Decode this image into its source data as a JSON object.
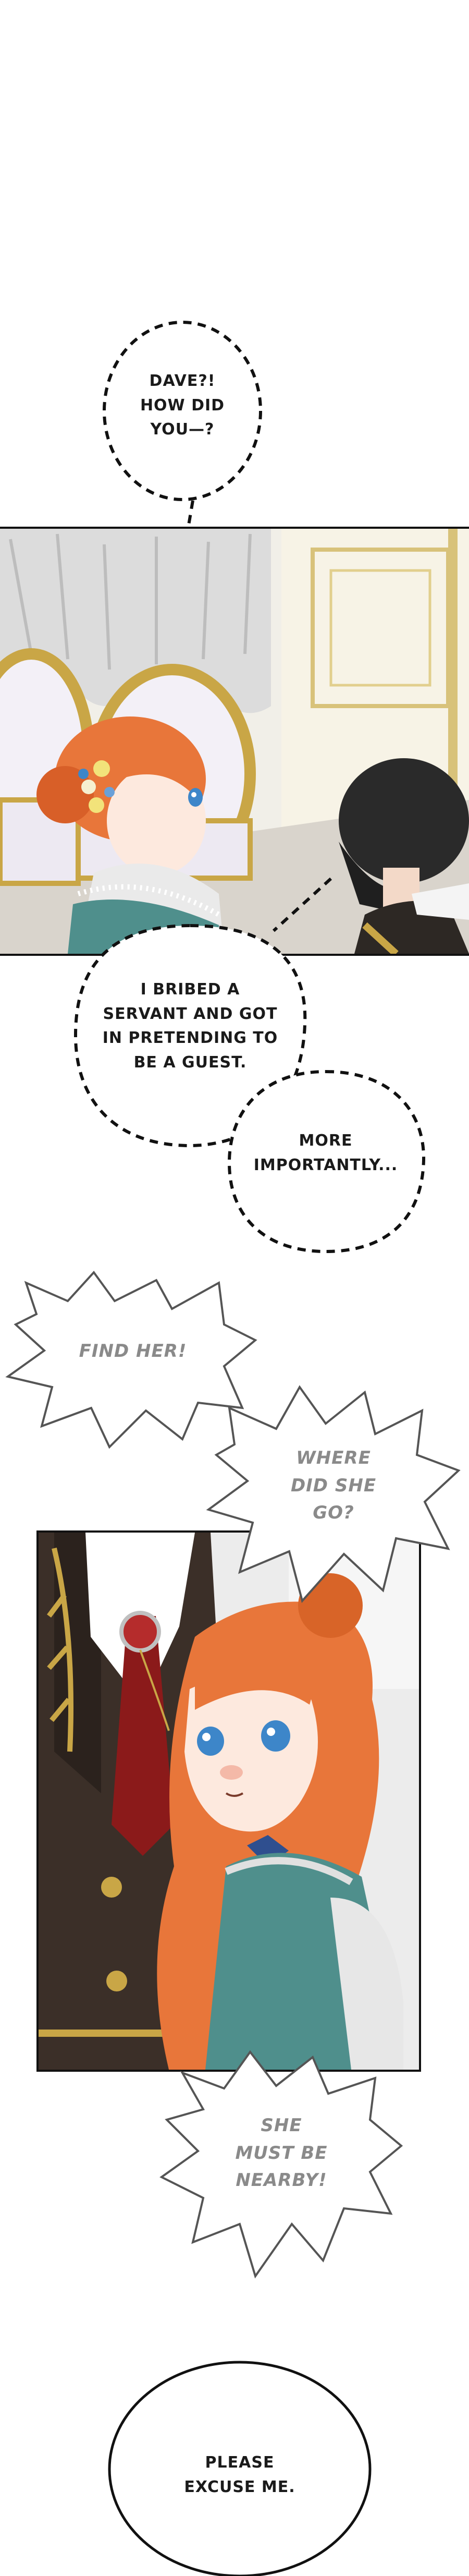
{
  "bubbles": {
    "b1": [
      "DAVE?!",
      "HOW DID",
      "YOU—?"
    ],
    "b2": [
      "I BRIBED A",
      "SERVANT AND GOT",
      "IN PRETENDING TO",
      "BE A GUEST."
    ],
    "b3": [
      "MORE",
      "IMPORTANTLY..."
    ],
    "b4": [
      "FIND HER!"
    ],
    "b5": [
      "WHERE",
      "DID SHE",
      "GO?"
    ],
    "b6": [
      "SHE",
      "MUST BE",
      "NEARBY!"
    ],
    "b7": [
      "PLEASE",
      "EXCUSE ME."
    ]
  },
  "colors": {
    "hair": "#e8763a",
    "eyes": "#3d86c9",
    "dress": "#4f8f8c",
    "tie": "#8b1a1a",
    "gold_trim": "#c9a646",
    "suit": "#3b2f28",
    "dark_hair": "#2a2a2a"
  }
}
